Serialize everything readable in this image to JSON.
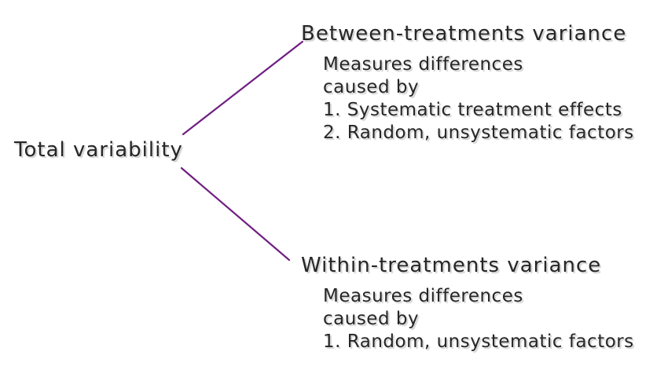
{
  "background": "#ffffff",
  "colors": {
    "connector": "#702082",
    "text": "#262626"
  },
  "root": {
    "label": "Total variability"
  },
  "branches": [
    {
      "title": "Between-treatments variance",
      "details": [
        "Measures differences",
        "caused by",
        "1. Systematic treatment effects",
        "2. Random, unsystematic factors"
      ]
    },
    {
      "title": "Within-treatments variance",
      "details": [
        "Measures differences",
        "caused by",
        "1. Random, unsystematic factors"
      ]
    }
  ]
}
